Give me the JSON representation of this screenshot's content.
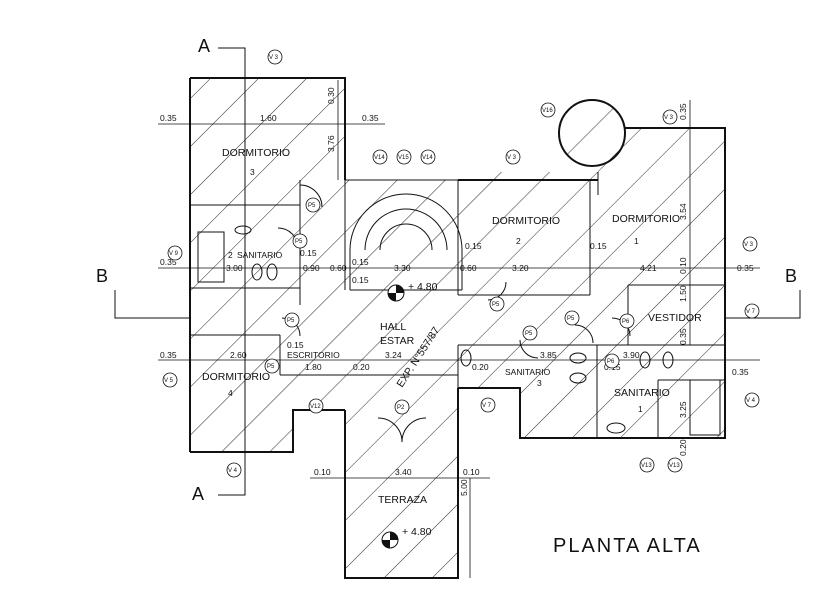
{
  "title": "PLANTA ALTA",
  "section_markers": [
    "A",
    "A",
    "B",
    "B"
  ],
  "expediente": "EXP. N°557/87",
  "rooms": [
    {
      "name": "DORMITORIO",
      "number": "3"
    },
    {
      "name": "SANITARIO",
      "number": "2"
    },
    {
      "name": "DORMITORIO",
      "number": "4"
    },
    {
      "name": "ESCRITORIO",
      "number": ""
    },
    {
      "name": "HALL",
      "number": ""
    },
    {
      "name": "ESTAR",
      "number": ""
    },
    {
      "name": "DORMITORIO",
      "number": "2"
    },
    {
      "name": "DORMITORIO",
      "number": "1"
    },
    {
      "name": "VESTIDOR",
      "number": ""
    },
    {
      "name": "SANITARIO",
      "number": "3"
    },
    {
      "name": "SANITARIO",
      "number": "1"
    },
    {
      "name": "TERRAZA",
      "number": ""
    }
  ],
  "levels": [
    "+ 4.80",
    "+ 4.80"
  ],
  "dimensions": [
    "0.35",
    "1.60",
    "0.35",
    "0.30",
    "3.76",
    "0.35",
    "3.00",
    "0.15",
    "0.90",
    "0.60",
    "0.15",
    "3.30",
    "0.60",
    "0.15",
    "3.20",
    "0.15",
    "4.21",
    "0.35",
    "0.35",
    "2.60",
    "0.15",
    "1.80",
    "0.20",
    "3.24",
    "0.20",
    "3.85",
    "0.15",
    "3.90",
    "0.35",
    "0.10",
    "3.40",
    "0.10",
    "5.00",
    "3.54",
    "0.10",
    "1.50",
    "0.35",
    "3.25",
    "0.20",
    "0.35",
    "0.15"
  ],
  "window_tags": [
    "V 3",
    "V 3",
    "V 3",
    "V16",
    "V14",
    "V15",
    "V14",
    "V 3",
    "V 9",
    "V 7",
    "V 5",
    "V12",
    "V 7",
    "V 4",
    "V 4",
    "V13",
    "V13"
  ],
  "door_tags": [
    "P5",
    "P5",
    "P5",
    "P5",
    "P5",
    "P5",
    "P5",
    "P6",
    "P6",
    "P2"
  ],
  "colors": {
    "line": "#111111",
    "background": "#ffffff"
  }
}
